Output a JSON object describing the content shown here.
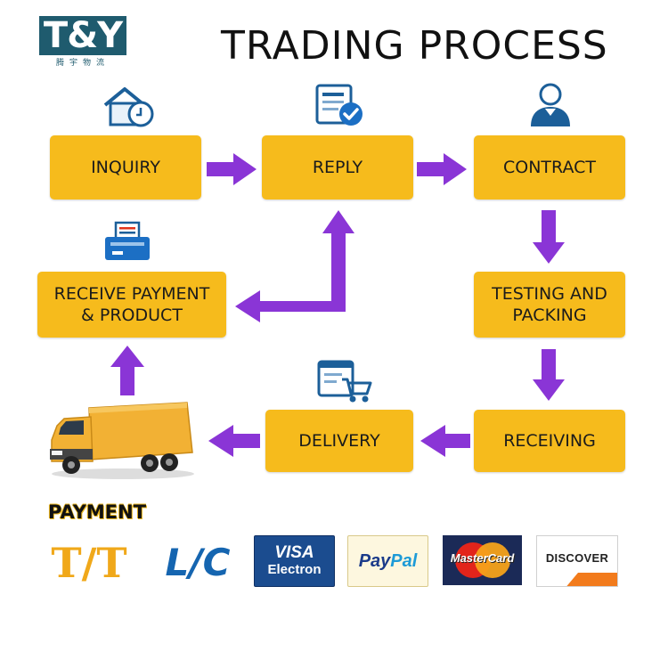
{
  "logo": {
    "mark": "T&Y",
    "subtitle": "腾宇物流"
  },
  "title": "TRADING PROCESS",
  "steps": {
    "inquiry": "INQUIRY",
    "reply": "REPLY",
    "contract": "CONTRACT",
    "receive_payment_line1": "RECEIVE PAYMENT",
    "receive_payment_line2": "& PRODUCT",
    "testing_line1": "TESTING AND",
    "testing_line2": "PACKING",
    "receiving": "RECEIVING",
    "delivery": "DELIVERY"
  },
  "icons": {
    "inquiry": "house-clock-icon",
    "reply": "document-check-icon",
    "contract": "person-icon",
    "receive_payment": "printer-icon",
    "delivery": "shopping-cart-icon",
    "truck": "delivery-truck-icon"
  },
  "payment": {
    "label": "PAYMENT",
    "methods": {
      "tt": "T/T",
      "lc": "L/C",
      "visa_line1": "VISA",
      "visa_line2": "Electron",
      "paypal_a": "Pay",
      "paypal_b": "Pal",
      "mastercard": "MasterCard",
      "discover": "DISCOVER"
    }
  },
  "colors": {
    "box": "#f6bb1c",
    "arrow": "#8a35d6",
    "logo": "#1f5b6e",
    "icon_blue": "#1c5f99"
  }
}
